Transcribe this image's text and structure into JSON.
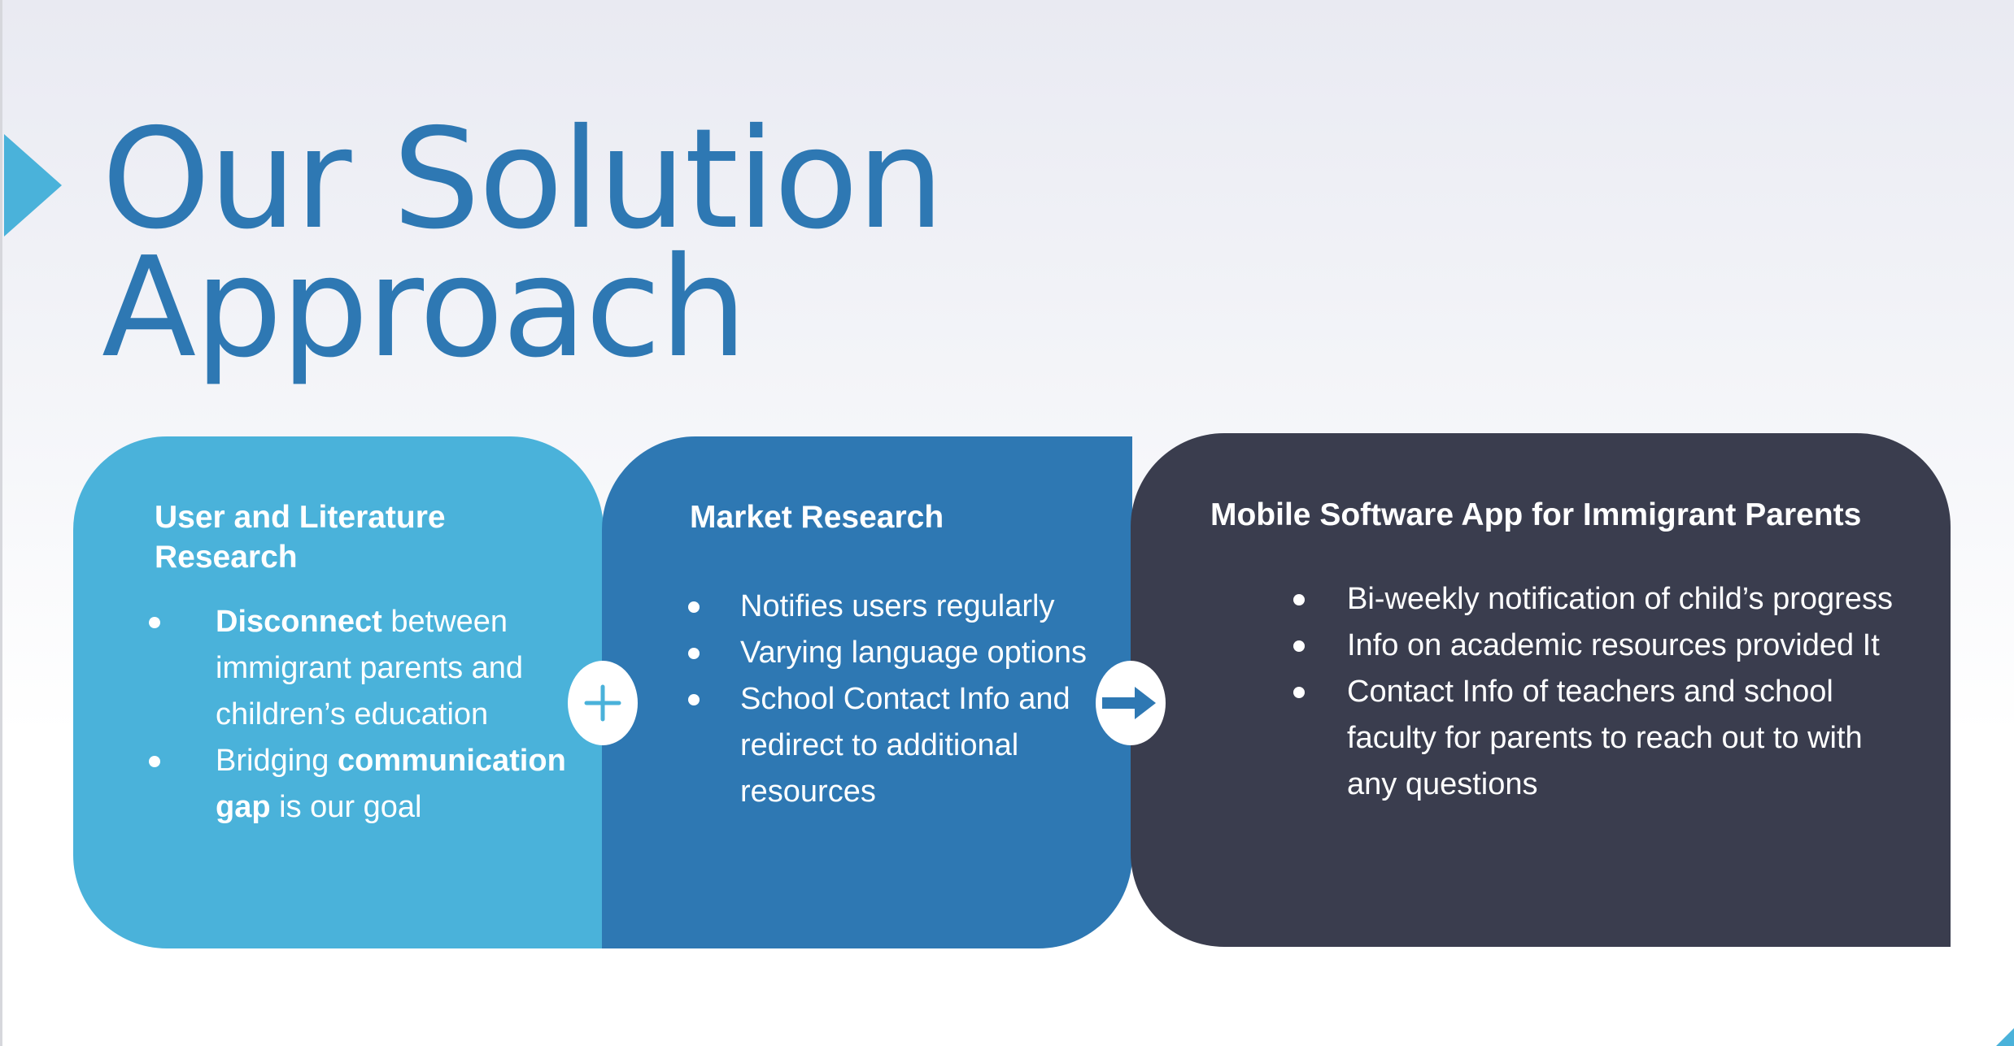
{
  "slide": {
    "title_line1": "Our Solution",
    "title_line2": "Approach"
  },
  "colors": {
    "accent_light_blue": "#4ab2da",
    "accent_blue": "#2e78b3",
    "dark_slate": "#3a3d4e"
  },
  "panels": [
    {
      "heading": "User and Literature Research",
      "bullets": [
        {
          "bold": "Disconnect",
          "pre": "",
          "post": " between immigrant parents and children’s education"
        },
        {
          "pre": "Bridging ",
          "bold": "communication gap",
          "post": " is our goal"
        }
      ]
    },
    {
      "heading": "Market Research",
      "bullets": [
        {
          "text": "Notifies users regularly"
        },
        {
          "text": "Varying language options"
        },
        {
          "text": "School Contact Info and redirect to additional resources"
        }
      ]
    },
    {
      "heading": "Mobile Software App for Immigrant Parents",
      "bullets": [
        {
          "text": "Bi-weekly notification of child’s progress"
        },
        {
          "text": "Info on academic resources provided It"
        },
        {
          "text": "Contact Info of teachers and school faculty for parents to reach out to with any questions"
        }
      ]
    }
  ],
  "connectors": [
    {
      "icon": "plus-icon"
    },
    {
      "icon": "arrow-right-icon"
    }
  ]
}
